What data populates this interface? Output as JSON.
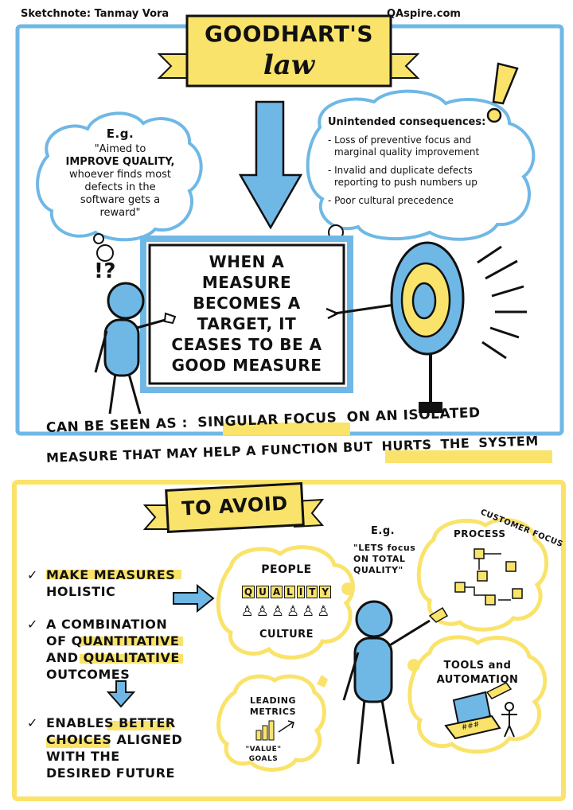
{
  "header": {
    "credit_left": "Sketchnote: Tanmay Vora",
    "credit_right": "QAspire.com"
  },
  "banner": {
    "line1": "GOODHART'S",
    "line2": "law"
  },
  "example_cloud": {
    "heading": "E.g.",
    "line1": "\"Aimed to",
    "line2": "IMPROVE QUALITY,",
    "line3": "whoever finds most",
    "line4": "defects in the",
    "line5": "software gets a",
    "line6": "reward\""
  },
  "consequences_cloud": {
    "heading": "Unintended consequences:",
    "item1_line1": "- Loss of preventive focus and",
    "item1_line2": "marginal quality improvement",
    "item2_line1": "- Invalid and duplicate defects",
    "item2_line2": "reporting to push numbers up",
    "item3": "- Poor cultural precedence"
  },
  "law_box": {
    "line1": "WHEN A",
    "line2": "MEASURE",
    "line3": "BECOMES A",
    "line4": "TARGET, IT",
    "line5": "CEASES TO BE A",
    "line6": "GOOD MEASURE"
  },
  "figure_top": {
    "marks": "!?"
  },
  "seen_as": {
    "part1": "CAN BE SEEN AS :",
    "part2": "SINGULAR FOCUS",
    "part3": "ON AN ISOLATED",
    "part4": "MEASURE THAT MAY HELP A FUNCTION BUT",
    "part5": "HURTS",
    "part6": "THE",
    "part7": "SYSTEM"
  },
  "avoid_banner": {
    "label": "TO AVOID"
  },
  "avoid_list": {
    "item1_line1": "MAKE MEASURES",
    "item1_line2": "HOLISTIC",
    "item2_line1": "A COMBINATION",
    "item2_line2a": "OF ",
    "item2_line2b": "QUANTITATIVE",
    "item2_line3a": "AND ",
    "item2_line3b": "QUALITATIVE",
    "item2_line4": "OUTCOMES",
    "item3_line1a": "ENABLES ",
    "item3_line1b": "BETTER",
    "item3_line2a": "CHOICES",
    "item3_line2b": " ALIGNED",
    "item3_line3": "WITH THE",
    "item3_line4": "DESIRED FUTURE"
  },
  "people_cloud": {
    "top": "PEOPLE",
    "letters": [
      "Q",
      "U",
      "A",
      "L",
      "I",
      "T",
      "Y"
    ],
    "bottom": "CULTURE"
  },
  "figure_bottom": {
    "eg": "E.g.",
    "quote_line1": "\"LETS focus",
    "quote_line2": "ON TOTAL",
    "quote_line3": "QUALITY\""
  },
  "process_cloud": {
    "label": "PROCESS",
    "arc_label": "CUSTOMER FOCUS"
  },
  "tools_cloud": {
    "line1": "TOOLS and",
    "line2": "AUTOMATION",
    "screen": "###"
  },
  "metrics_cloud": {
    "line1": "LEADING",
    "line2": "METRICS",
    "line3": "\"VALUE\"",
    "line4": "GOALS"
  },
  "colors": {
    "blue": "#6fb8e6",
    "yellow": "#fae36b",
    "ink": "#111111"
  }
}
